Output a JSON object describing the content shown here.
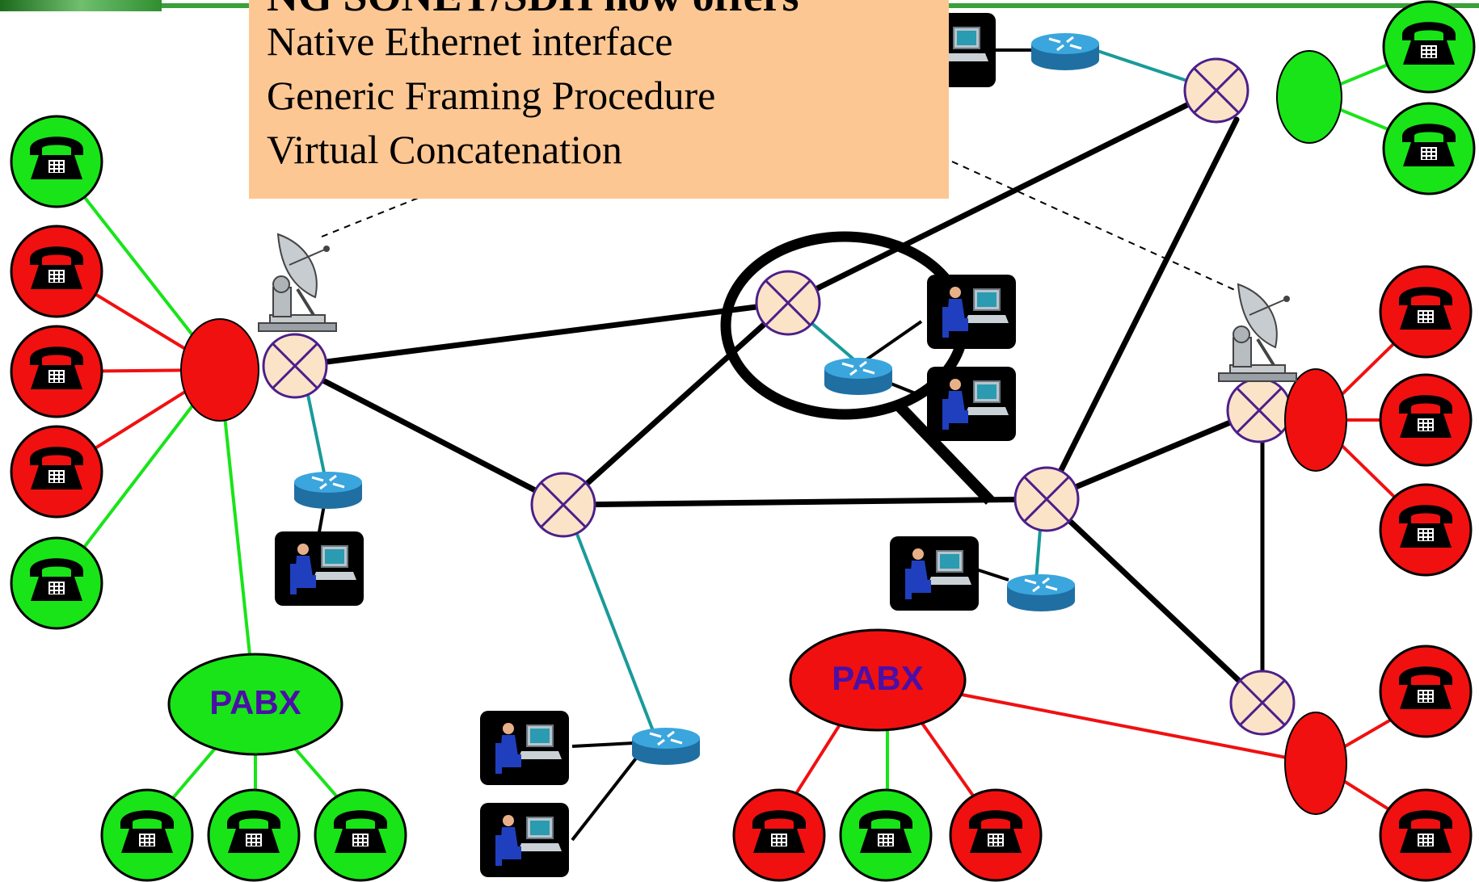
{
  "header": {
    "title": "NG SONET/SDH now offers"
  },
  "callout": {
    "items": [
      "Native Ethernet interface",
      "Generic Framing Procedure",
      "Virtual Concatenation"
    ]
  },
  "pabx": {
    "left_label": "PABX",
    "middle_label": "PABX"
  },
  "colors": {
    "green_phone": "#18e418",
    "red_phone": "#f01010",
    "callout_bg": "#fdc793",
    "switch_fill": "#fbe3c8",
    "switch_stroke": "#4b1f8a",
    "router": "#2a8fc4",
    "link_black": "#000000",
    "link_teal": "#1a9a9a",
    "link_green": "#18e418",
    "link_red": "#f01010",
    "pabx_text": "#4b0fa8"
  },
  "icons": [
    "telephone-icon",
    "router-icon",
    "workstation-icon",
    "satellite-dish-icon",
    "sdh-switch-icon",
    "magnifier-icon"
  ]
}
